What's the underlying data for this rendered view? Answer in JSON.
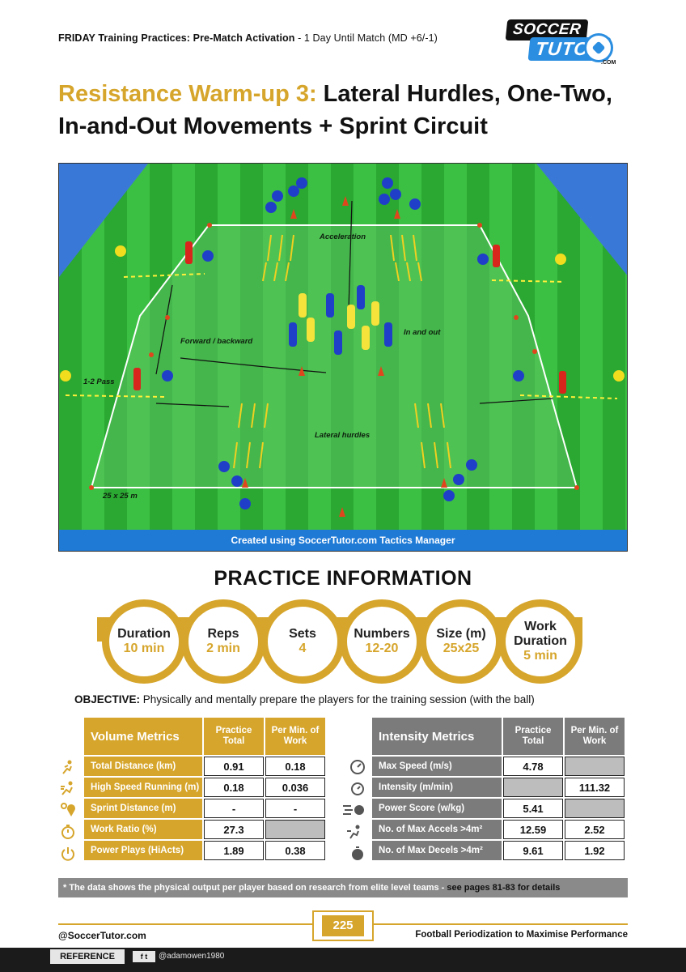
{
  "header": {
    "bold": "FRIDAY Training Practices: Pre-Match Activation",
    "thin": " - 1 Day Until Match (MD +6/-1)"
  },
  "logo": {
    "line1": "SOCCER",
    "line2": "TUTOR",
    "line3": ".COM"
  },
  "title": {
    "gold": "Resistance Warm-up 3:",
    "rest": " Lateral Hurdles, One-Two, In-and-Out Movements + Sprint Circuit"
  },
  "diagram": {
    "labels": {
      "acceleration": "Acceleration",
      "in_and_out": "In and out",
      "forward_backward": "Forward / backward",
      "one_two_pass": "1-2 Pass",
      "lateral_hurdles": "Lateral hurdles",
      "size": "25 x 25 m"
    },
    "footer": "Created using SoccerTutor.com Tactics Manager",
    "colors": {
      "pitch_dark": "#1f9a2a",
      "pitch_light": "#37b93c",
      "player_blue": "#1f3fc8",
      "player_yellow": "#f1dc1e",
      "cone": "#e0461e"
    }
  },
  "practice_info": {
    "heading": "PRACTICE INFORMATION",
    "items": [
      {
        "label": "Duration",
        "value": "10 min"
      },
      {
        "label": "Reps",
        "value": "2 min"
      },
      {
        "label": "Sets",
        "value": "4"
      },
      {
        "label": "Numbers",
        "value": "12-20"
      },
      {
        "label": "Size (m)",
        "value": "25x25"
      },
      {
        "label": "Work Duration",
        "value": "5 min"
      }
    ]
  },
  "objective": {
    "label": "OBJECTIVE:",
    "text": " Physically and mentally prepare the players for the training session (with the ball)"
  },
  "volume": {
    "title": "Volume Metrics",
    "col1": "Practice Total",
    "col2": "Per Min. of Work",
    "rows": [
      {
        "label": "Total Distance (km)",
        "total": "0.91",
        "per_min": "0.18",
        "icon": "running-distance-icon"
      },
      {
        "label": "High Speed Running (m)",
        "total": "0.18",
        "per_min": "0.036",
        "icon": "sprinter-icon"
      },
      {
        "label": "Sprint Distance (m)",
        "total": "-",
        "per_min": "-",
        "icon": "route-pin-icon"
      },
      {
        "label": "Work Ratio (%)",
        "total": "27.3",
        "per_min": "",
        "icon": "stopwatch-icon"
      },
      {
        "label": "Power Plays (HiActs)",
        "total": "1.89",
        "per_min": "0.38",
        "icon": "power-icon"
      }
    ]
  },
  "intensity": {
    "title": "Intensity Metrics",
    "col1": "Practice Total",
    "col2": "Per Min. of Work",
    "rows": [
      {
        "label": "Max Speed (m/s)",
        "total": "4.78",
        "per_min": "",
        "icon": "speedometer-icon"
      },
      {
        "label": "Intensity (m/min)",
        "total": "",
        "per_min": "111.32",
        "icon": "timer-icon"
      },
      {
        "label": "Power Score (w/kg)",
        "total": "5.41",
        "per_min": "",
        "icon": "speed-lines-icon"
      },
      {
        "label": "No. of Max Accels >4m²",
        "total": "12.59",
        "per_min": "2.52",
        "icon": "accelerate-runner-icon"
      },
      {
        "label": "No. of Max Decels >4m²",
        "total": "9.61",
        "per_min": "1.92",
        "icon": "stopwatch-decel-icon"
      }
    ]
  },
  "note": {
    "text": "* The data shows the physical output per player based on research from elite level teams - ",
    "link": "see pages 81-83 for details"
  },
  "footer": {
    "left": "@SoccerTutor.com",
    "page": "225",
    "right": "Football Periodization to Maximise Performance",
    "reference": "REFERENCE",
    "social": "f t",
    "handle": "@adamowen1980"
  }
}
